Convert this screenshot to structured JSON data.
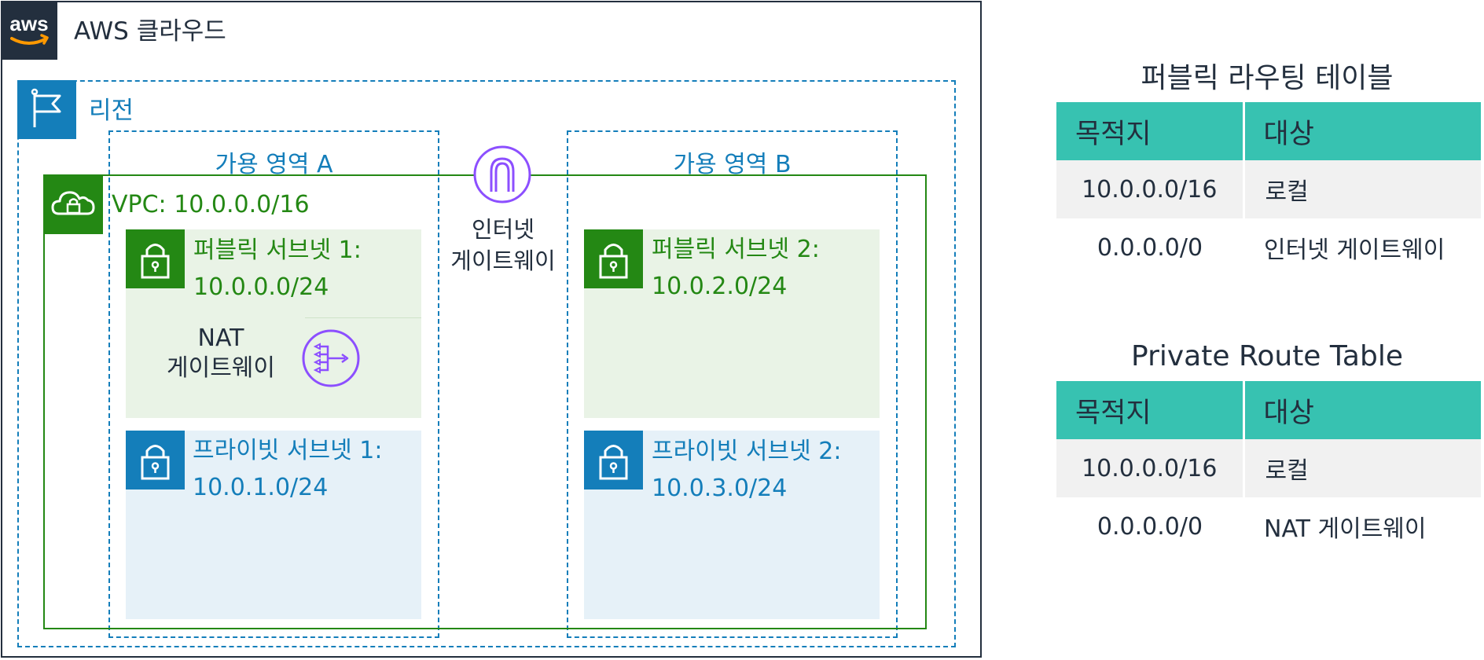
{
  "cloud": {
    "title": "AWS 클라우드",
    "logo_text": "aws",
    "logo_icon": "aws-logo-icon"
  },
  "region": {
    "label": "리전",
    "icon": "flag-icon"
  },
  "availability_zones": [
    {
      "label": "가용 영역 A"
    },
    {
      "label": "가용 영역 B"
    }
  ],
  "vpc": {
    "label": "VPC: 10.0.0.0/16",
    "icon": "cloud-lock-icon"
  },
  "subnets": {
    "public_1": {
      "name": "퍼블릭 서브넷 1:",
      "cidr": "10.0.0.0/24"
    },
    "public_2": {
      "name": "퍼블릭 서브넷 2:",
      "cidr": "10.0.2.0/24"
    },
    "private_1": {
      "name": "프라이빗 서브넷 1:",
      "cidr": "10.0.1.0/24"
    },
    "private_2": {
      "name": "프라이빗 서브넷 2:",
      "cidr": "10.0.3.0/24"
    }
  },
  "nat_gateway": {
    "line1": "NAT",
    "line2": "게이트웨이",
    "icon": "nat-gateway-icon"
  },
  "internet_gateway": {
    "line1": "인터넷",
    "line2": "게이트웨이",
    "icon": "internet-gateway-icon"
  },
  "route_tables": {
    "public": {
      "title": "퍼블릭 라우팅 테이블",
      "headers": [
        "목적지",
        "대상"
      ],
      "rows": [
        [
          "10.0.0.0/16",
          "로컬"
        ],
        [
          "0.0.0.0/0",
          "인터넷 게이트웨이"
        ]
      ]
    },
    "private": {
      "title": "Private Route Table",
      "headers": [
        "목적지",
        "대상"
      ],
      "rows": [
        [
          "10.0.0.0/16",
          "로컬"
        ],
        [
          "0.0.0.0/0",
          "NAT 게이트웨이"
        ]
      ]
    }
  },
  "colors": {
    "cloud": "#232f3e",
    "region": "#147eba",
    "vpc": "#248814",
    "public_subnet_bg": "#e9f3e6",
    "private_subnet_bg": "#e6f1f8",
    "gateway": "#8c4fff",
    "table_header": "#37c2b1",
    "table_shade": "#f1f1f1"
  }
}
